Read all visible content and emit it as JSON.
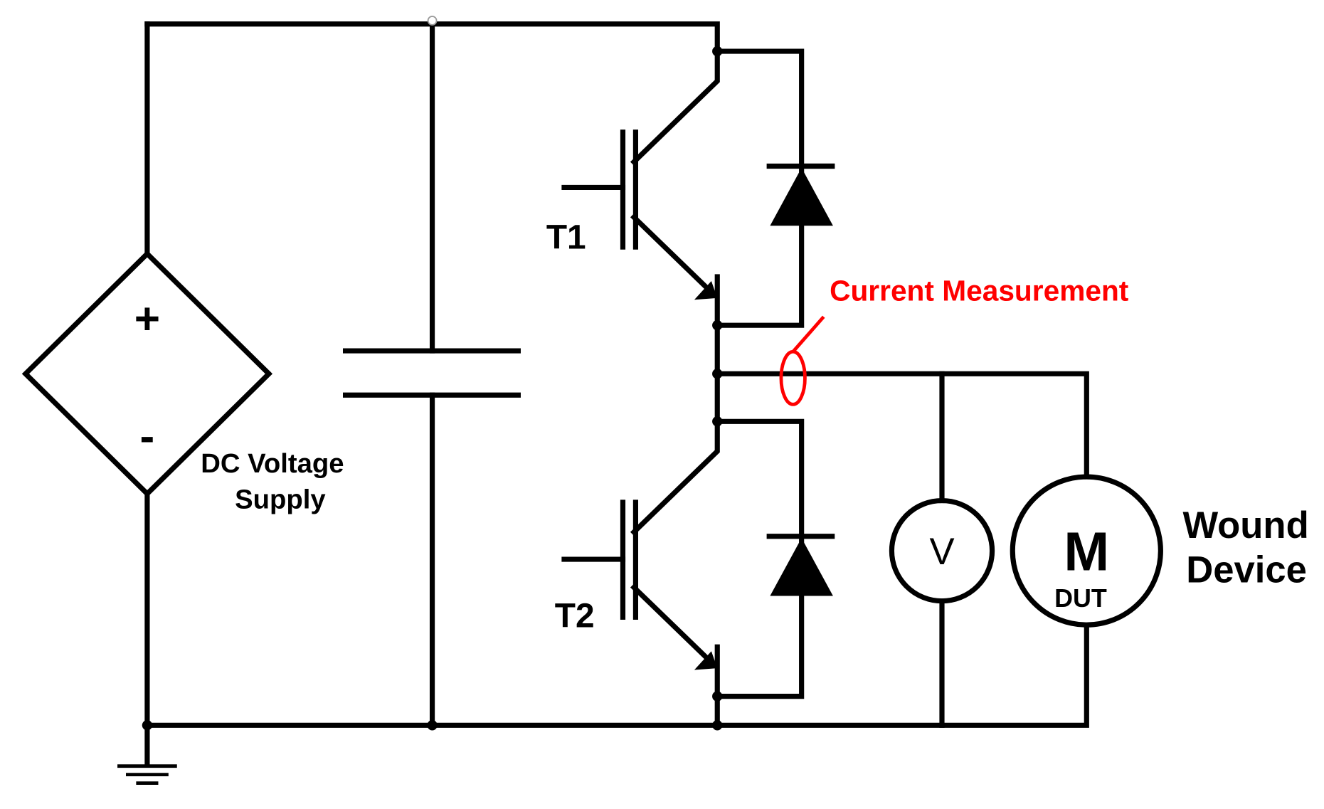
{
  "labels": {
    "source_plus": "+",
    "source_minus": "-",
    "source_line1": "DC Voltage",
    "source_line2": "Supply",
    "t1": "T1",
    "t2": "T2",
    "current_measurement": "Current Measurement",
    "voltmeter": "V",
    "motor_symbol": "M",
    "motor_sub": "DUT",
    "device_line1": "Wound",
    "device_line2": "Device"
  },
  "colors": {
    "wire": "#000000",
    "annotation": "#ff0000",
    "background": "#ffffff"
  }
}
